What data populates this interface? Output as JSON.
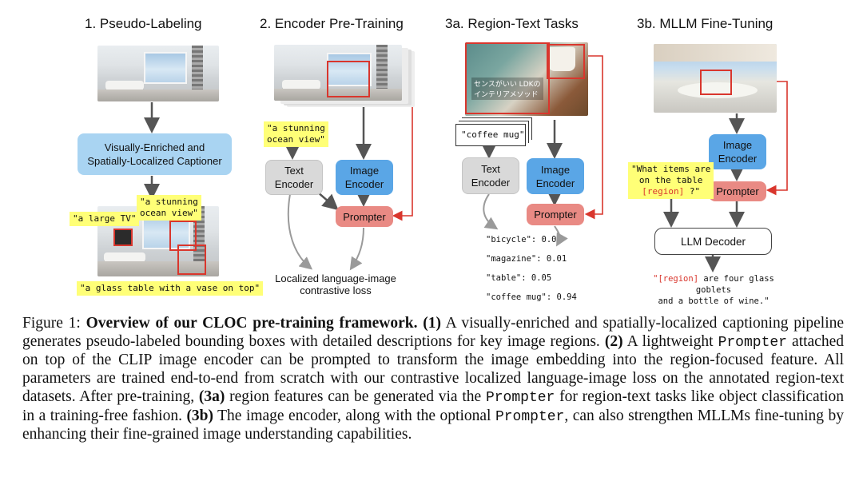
{
  "sections": {
    "s1": "1. Pseudo-Labeling",
    "s2": "2. Encoder Pre-Training",
    "s3a": "3a. Region-Text Tasks",
    "s3b": "3b. MLLM Fine-Tuning"
  },
  "pseudo": {
    "captioner_line1": "Visually-Enriched and",
    "captioner_line2": "Spatially-Localized Captioner",
    "label_stunning_1": "\"a stunning",
    "label_stunning_2": "ocean view\"",
    "label_tv": "\"a large TV\"",
    "label_table": "\"a glass table with a vase on top\""
  },
  "pretrain": {
    "prompt_1": "\"a stunning",
    "prompt_2": "ocean view\"",
    "text_encoder_1": "Text",
    "text_encoder_2": "Encoder",
    "image_encoder_1": "Image",
    "image_encoder_2": "Encoder",
    "prompter": "Prompter",
    "loss_1": "Localized language-image",
    "loss_2": "contrastive loss"
  },
  "region": {
    "magazine_text_1": "センスがいい LDKの",
    "magazine_text_2": "インテリアメソッド",
    "query": "\"coffee mug\"",
    "text_encoder_1": "Text",
    "text_encoder_2": "Encoder",
    "image_encoder_1": "Image",
    "image_encoder_2": "Encoder",
    "prompter": "Prompter",
    "scores": [
      {
        "label": "\"bicycle\": 0.0"
      },
      {
        "label": "\"magazine\": 0.01"
      },
      {
        "label": "\"table\": 0.05"
      },
      {
        "label": "\"coffee mug\": 0.94"
      }
    ]
  },
  "mllm": {
    "question_1": "\"What items are",
    "question_2": "on the table",
    "question_region": "[region]",
    "question_end": " ?\"",
    "image_encoder_1": "Image",
    "image_encoder_2": "Encoder",
    "prompter": "Prompter",
    "decoder": "LLM Decoder",
    "answer_region": "\"[region]",
    "answer_1": " are four glass goblets",
    "answer_2": "and a bottle of wine.\""
  },
  "caption": {
    "fig": "Figure 1:",
    "title": "Overview of our CLOC pre-training framework.",
    "p1_tag": "(1)",
    "p1": " A visually-enriched and spatially-localized captioning pipeline generates pseudo-labeled bounding boxes with detailed descriptions for key image regions. ",
    "p2_tag": "(2)",
    "p2a": " A lightweight ",
    "prompter": "Prompter",
    "p2b": " attached on top of the CLIP image encoder can be prompted to transform the image embedding into the region-focused feature. All parameters are trained end-to-end from scratch with our contrastive localized language-image loss on the annotated region-text datasets. After pre-training, ",
    "p3a_tag": "(3a)",
    "p3a_a": " region features can be generated via the ",
    "p3a_b": " for region-text tasks like object classification in a training-free fashion. ",
    "p3b_tag": "(3b)",
    "p3b_a": " The image encoder, along with the optional ",
    "p3b_b": ", can also strengthen MLLMs fine-tuning by enhancing their fine-grained image understanding capabilities."
  },
  "colors": {
    "encoder_blue": "#5aa6e6",
    "captioner_blue": "#a9d4f2",
    "prompter_red": "#e98a84",
    "highlight_yellow": "#ffff77",
    "region_red": "#d9362d"
  }
}
